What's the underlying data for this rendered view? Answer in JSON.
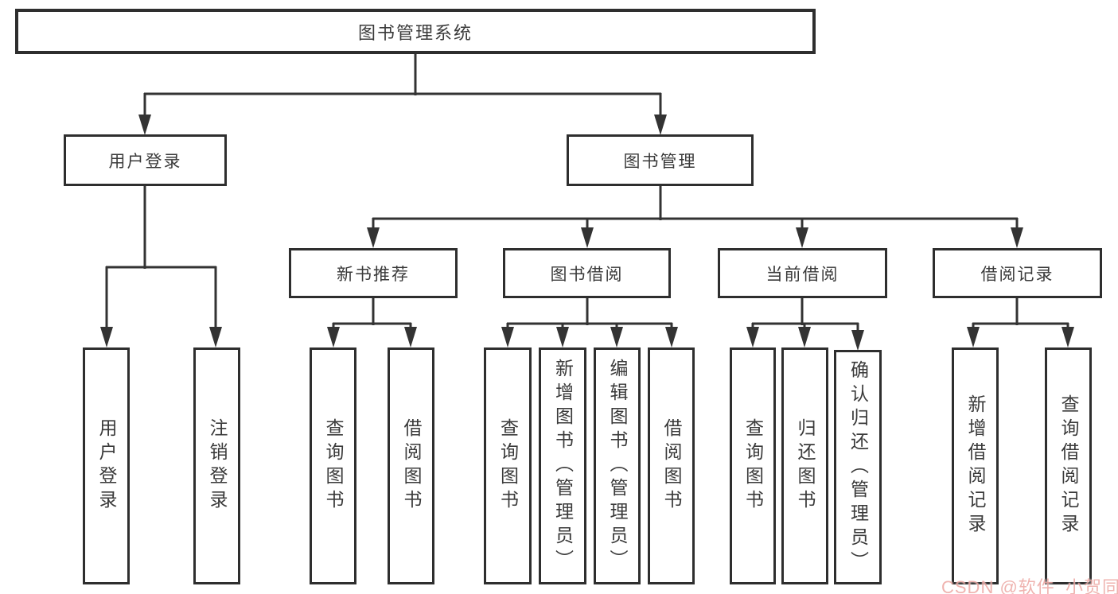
{
  "diagram": {
    "title": "图书管理系统",
    "level2": {
      "user_login": "用户登录",
      "book_management": "图书管理"
    },
    "level3": {
      "new_book_recommend": "新书推荐",
      "book_borrow": "图书借阅",
      "current_borrow": "当前借阅",
      "borrow_record": "借阅记录"
    },
    "leaves": {
      "login_user_login": "用户登录",
      "login_logout": "注销登录",
      "recommend_query_book": "查询图书",
      "recommend_borrow_book": "借阅图书",
      "borrow_query_book": "查询图书",
      "borrow_add_book": "新增图书（管理员）",
      "borrow_edit_book": "编辑图书（管理员）",
      "borrow_borrow_book": "借阅图书",
      "current_query_book": "查询图书",
      "current_return_book": "归还图书",
      "current_confirm_return": "确认归还（管理员）",
      "record_add": "新增借阅记录",
      "record_query": "查询借阅记录"
    }
  },
  "watermark": {
    "text": "CSDN @软件_小贺同学",
    "color": "#E99A94"
  },
  "colors": {
    "line": "#333333",
    "box_border": "#2E2E2E",
    "text": "#3A3A3A",
    "background": "#FFFFFF"
  }
}
